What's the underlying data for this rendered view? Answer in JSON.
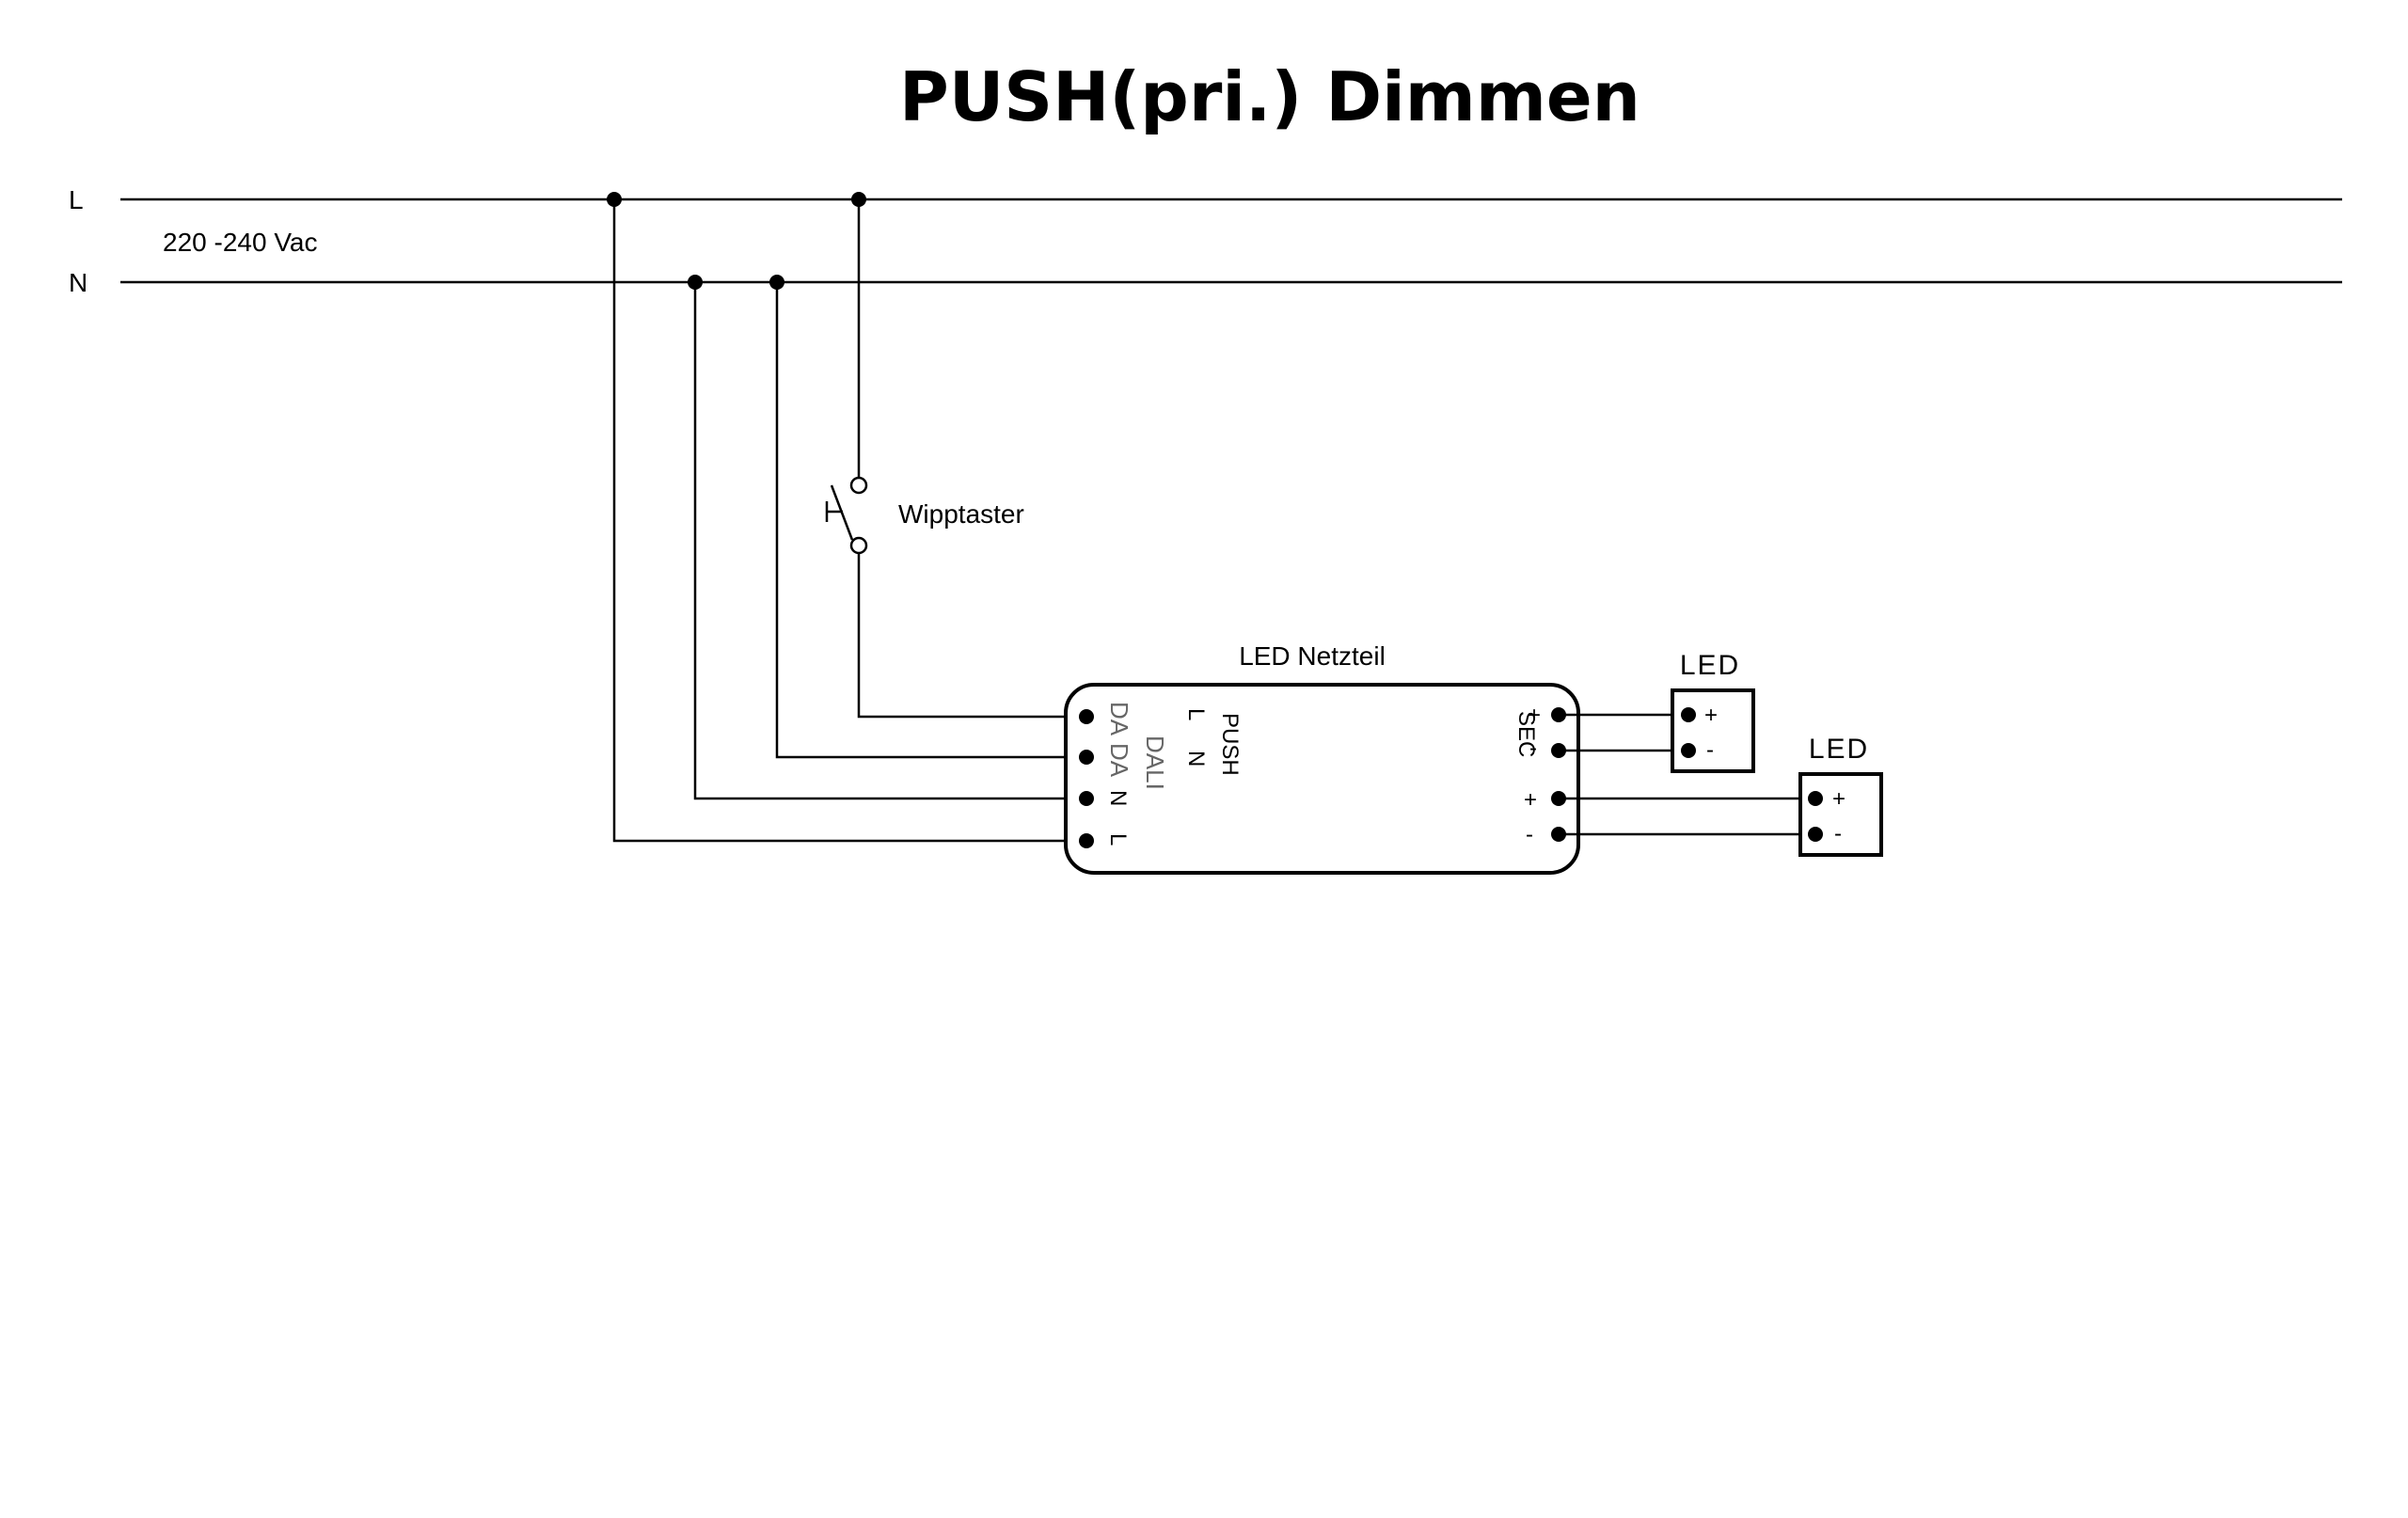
{
  "title": "PUSH(pri.)  Dimmen",
  "mains": {
    "l_label": "L",
    "n_label": "N",
    "voltage": "220 -240 Vac"
  },
  "switch": {
    "label": "Wipptaster"
  },
  "driver": {
    "label": "LED  Netzteil",
    "pin_da1": "DA",
    "pin_da2": "DA",
    "pin_n": "N",
    "pin_l": "L",
    "dali": "DALI",
    "push": "PUSH",
    "push_l": "L",
    "push_n": "N",
    "sec": "SEC",
    "sec_plus": "+",
    "sec_minus": "-",
    "out2_plus": "+",
    "out2_minus": "-"
  },
  "led1": {
    "label": "LED",
    "plus": "+",
    "minus": "-"
  },
  "led2": {
    "label": "LED",
    "plus": "+",
    "minus": "-"
  }
}
